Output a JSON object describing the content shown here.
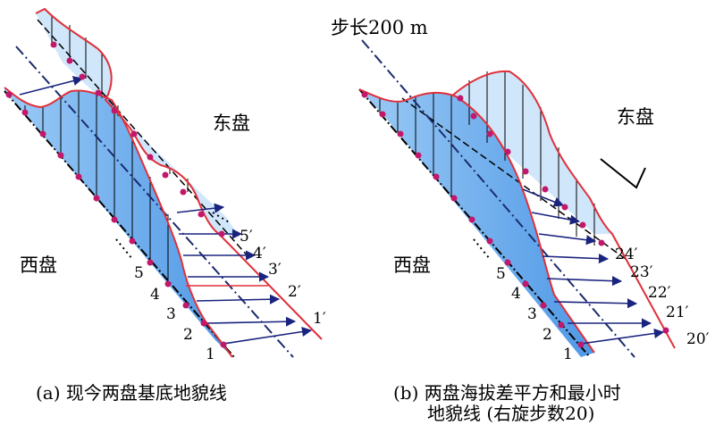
{
  "step_label": "步长200 m",
  "panel_a": {
    "caption": "(a) 现今两盘基底地貌线",
    "east_label": "东盘",
    "west_label": "西盘",
    "west_numbers": [
      "1",
      "2",
      "3",
      "4",
      "5"
    ],
    "east_numbers": [
      "1′",
      "2′",
      "3′",
      "4′",
      "5′"
    ]
  },
  "panel_b": {
    "caption_line1": "(b) 两盘海拔差平方和最小时",
    "caption_line2": "地貌线 (右旋步数20)",
    "east_label": "东盘",
    "west_label": "西盘",
    "west_numbers": [
      "1",
      "2",
      "3",
      "4",
      "5"
    ],
    "east_numbers": [
      "20′",
      "21′",
      "22′",
      "23′",
      "24′"
    ]
  },
  "colors": {
    "profile_line": "#e0303a",
    "point": "#c2186b",
    "arrow": "#1a237e",
    "fill_west": "#6aaef0",
    "fill_east": "#cfe6fb",
    "fault_line": "#1a2a6c"
  }
}
